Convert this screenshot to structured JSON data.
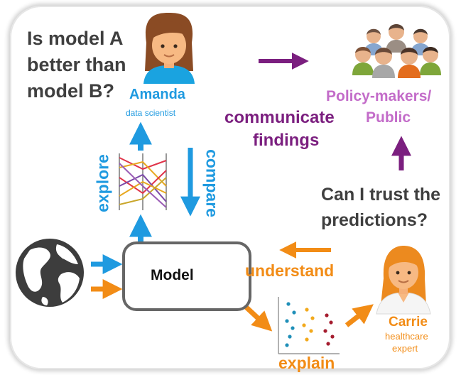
{
  "question_a": [
    "Is model A",
    "better than",
    "model B?"
  ],
  "amanda": {
    "name": "Amanda",
    "role": "data scientist"
  },
  "policy": {
    "line1": "Policy-makers/",
    "line2": "Public"
  },
  "communicate": [
    "communicate",
    "findings"
  ],
  "trust_question": [
    "Can I trust the",
    "predictions?"
  ],
  "explore_label": "explore",
  "compare_label": "compare",
  "model_label": "Model",
  "understand_label": "understand",
  "explain_label": "explain",
  "carrie": {
    "name": "Carrie",
    "role_line1": "healthcare",
    "role_line2": "expert"
  },
  "colors": {
    "blue": "#1f9ae0",
    "purple": "#7b1f7f",
    "lilac": "#c36cc9",
    "orange": "#f28c16",
    "gray_text": "#3f3f3f",
    "globe": "#3d3d3d"
  },
  "icons": [
    "globe-icon",
    "amanda-avatar-icon",
    "carrie-avatar-icon",
    "people-group-icon",
    "parallel-coordinates-icon",
    "dot-plot-icon"
  ]
}
